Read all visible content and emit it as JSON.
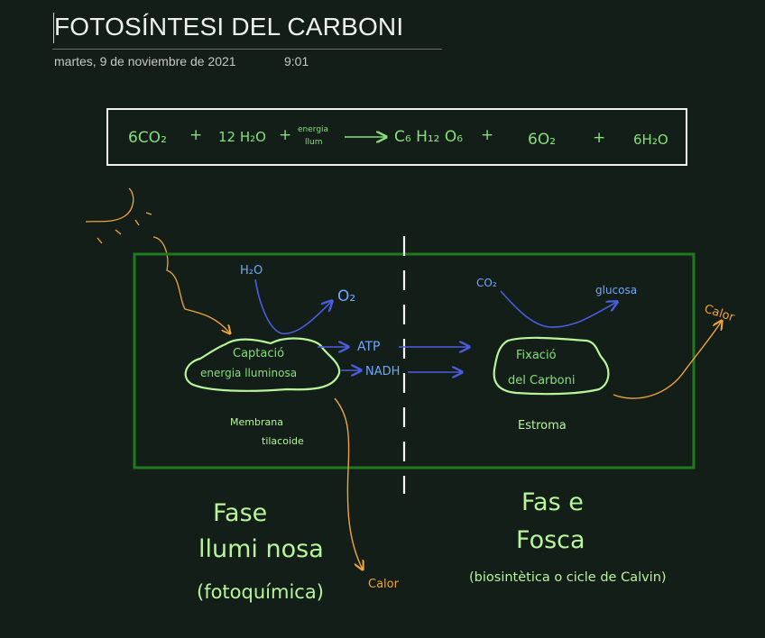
{
  "page": {
    "title": "FOTOSÍNTESI DEL CARBONI",
    "date": "martes, 9 de noviembre de 2021",
    "time": "9:01"
  },
  "equation": {
    "co2": "6CO₂",
    "plus": "+",
    "h2o": "12 H₂O",
    "energy_top": "energia",
    "energy_bottom": "llum",
    "glucose": "C₆ H₁₂ O₆",
    "o2": "6O₂",
    "h2o_out": "6H₂O"
  },
  "diagram": {
    "h2o": "H₂O",
    "o2": "O₂",
    "co2": "CO₂",
    "glucosa": "glucosa",
    "calor": "Calor",
    "captacio_1": "Captació",
    "captacio_2": "energia lluminosa",
    "atp": "ATP",
    "nadh": "NADH",
    "fixacio_1": "Fixació",
    "fixacio_2": "del Carboni",
    "membrana_1": "Membrana",
    "membrana_2": "tilacoide",
    "estroma": "Estroma"
  },
  "phases": {
    "luminous_1": "Fase",
    "luminous_2": "llumi nosa",
    "luminous_3": "(fotoquímica)",
    "dark_1": "Fas e",
    "dark_2": "Fosca",
    "dark_3": "(biosintètica o cicle de Calvin)"
  },
  "colors": {
    "background": "#121e17",
    "green_ink": "#86e07a",
    "light_green_ink": "#b8f59a",
    "blue_ink": "#6ea8ff",
    "orange_ink": "#f0a43a",
    "box_green": "#1f7a1f"
  }
}
